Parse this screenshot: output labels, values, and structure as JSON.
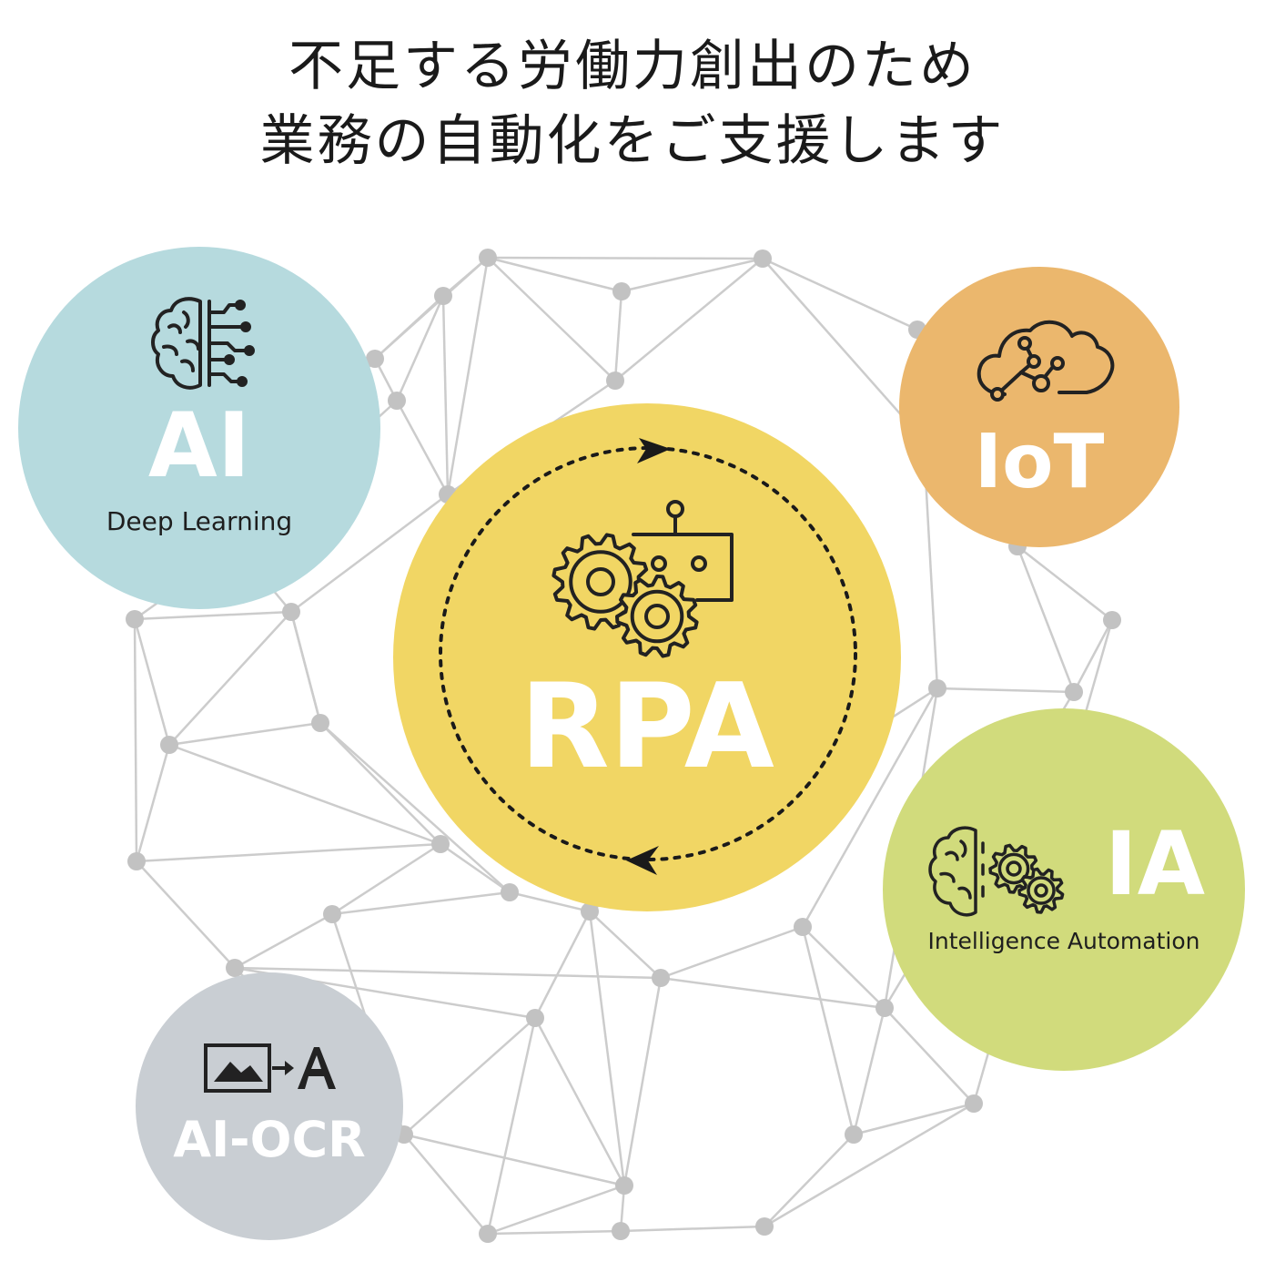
{
  "headline": {
    "line1": "不足する労働力創出のため",
    "line2": "業務の自動化をご支援します"
  },
  "colors": {
    "ai": "#b6dade",
    "iot": "#ebb76d",
    "rpa": "#f1d664",
    "ia": "#d1db7c",
    "aiocr": "#c9ced3",
    "network_line": "#cccccc",
    "network_node": "#c2c2c2",
    "icon_stroke": "#222222"
  },
  "nodes": {
    "ai": {
      "title": "AI",
      "subtitle": "Deep Learning",
      "icon": "brain-circuit-icon"
    },
    "iot": {
      "title": "IoT",
      "icon": "cloud-network-icon"
    },
    "rpa": {
      "title": "RPA",
      "icon": "robot-gears-icon",
      "cycle_icon": "cycle-arrows-icon"
    },
    "ia": {
      "title": "IA",
      "subtitle": "Intelligence Automation",
      "icon": "brain-gears-icon"
    },
    "aiocr": {
      "title": "AI-OCR",
      "icon": "image-to-text-icon"
    }
  }
}
